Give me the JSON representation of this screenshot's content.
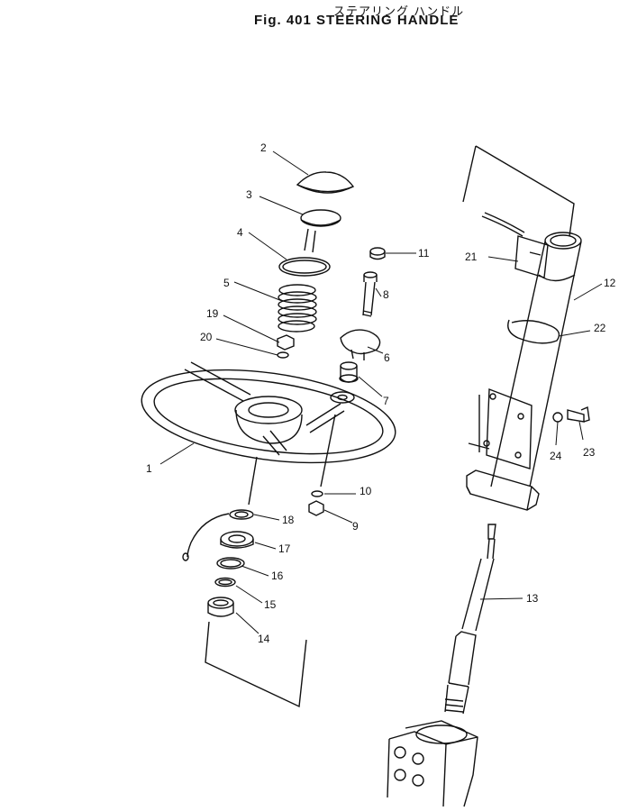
{
  "title_jp": "ステアリング ハンドル",
  "title_en": "Fig. 401  STEERING  HANDLE",
  "callouts": {
    "c1": "1",
    "c2": "2",
    "c3": "3",
    "c4": "4",
    "c5": "5",
    "c6": "6",
    "c7": "7",
    "c8": "8",
    "c9": "9",
    "c10": "10",
    "c11": "11",
    "c12": "12",
    "c13": "13",
    "c14": "14",
    "c15": "15",
    "c16": "16",
    "c17": "17",
    "c18": "18",
    "c19": "19",
    "c20": "20",
    "c21": "21",
    "c22": "22",
    "c23": "23",
    "c24": "24"
  }
}
